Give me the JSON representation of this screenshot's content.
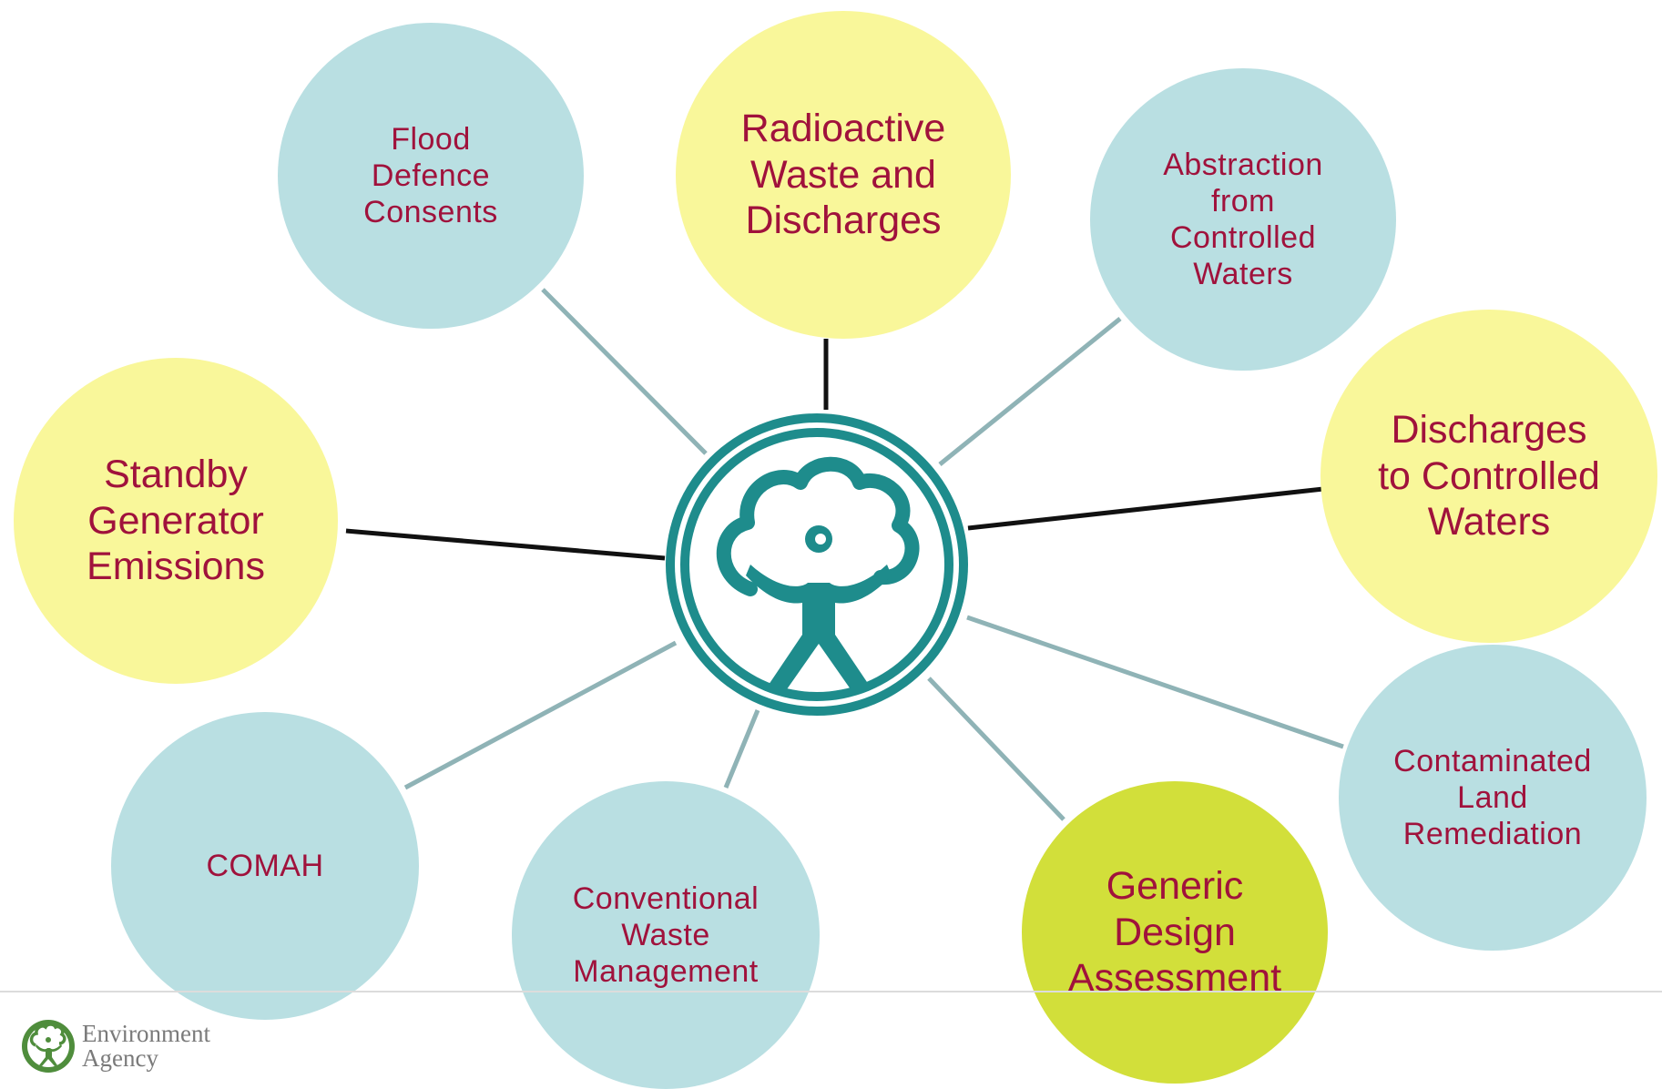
{
  "diagram": {
    "center_logo": "environment-agency-emblem",
    "colors": {
      "blue_node": "#b9dfe2",
      "yellow_node": "#f9f79a",
      "lime_node": "#d2df3a",
      "text": "#a0123c",
      "connector_gray": "#8fb3b6",
      "connector_dark": "#111111",
      "emblem_teal": "#1e8c8c"
    },
    "nodes": [
      {
        "id": "flood",
        "label": "Flood\nDefence\nConsents"
      },
      {
        "id": "radioactive",
        "label": "Radioactive\nWaste and\nDischarges"
      },
      {
        "id": "abstraction",
        "label": "Abstraction\nfrom\nControlled\nWaters"
      },
      {
        "id": "standby",
        "label": "Standby\nGenerator\nEmissions"
      },
      {
        "id": "discharges",
        "label": "Discharges\nto Controlled\nWaters"
      },
      {
        "id": "comah",
        "label": "COMAH"
      },
      {
        "id": "conventional",
        "label": "Conventional\nWaste\nManagement"
      },
      {
        "id": "generic",
        "label": "Generic\nDesign\nAssessment"
      },
      {
        "id": "contaminated",
        "label": "Contaminated\nLand\nRemediation"
      }
    ]
  },
  "footer": {
    "logo_line1": "Environment",
    "logo_line2": "Agency"
  }
}
